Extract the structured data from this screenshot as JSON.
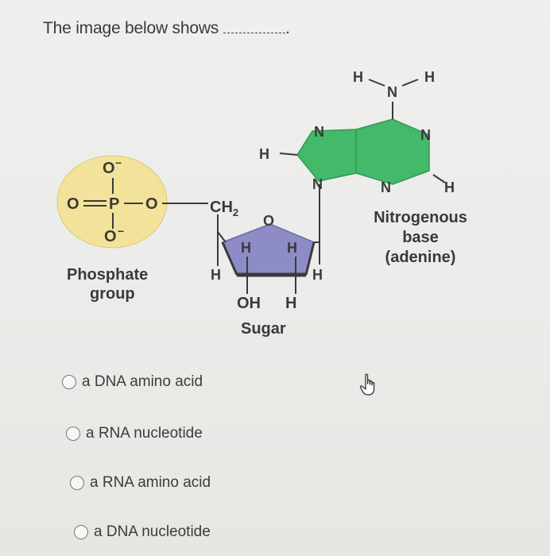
{
  "question": {
    "text": "The image below shows",
    "blank": "______."
  },
  "figure": {
    "phosphate": {
      "o_top": "O",
      "o_left": "O",
      "p": "P",
      "o_right": "O",
      "o_bottom": "O",
      "charge": "−",
      "label_line1": "Phosphate",
      "label_line2": "group"
    },
    "sugar": {
      "ch2": "CH",
      "ch2_sub": "2",
      "ring_o": "O",
      "h_left_up": "H",
      "h_right_up": "H",
      "h_left_down": "H",
      "h_right_down": "H",
      "oh": "OH",
      "h_bottom": "H",
      "label": "Sugar"
    },
    "base": {
      "h_side": "H",
      "n9": "N",
      "n7": "N",
      "n3": "N",
      "n1": "N",
      "nh2_n": "N",
      "nh2_h_left": "H",
      "nh2_h_right": "H",
      "h_c2": "H",
      "label_line1": "Nitrogenous",
      "label_line2": "base",
      "label_line3": "(adenine)"
    }
  },
  "options": [
    {
      "label": "a DNA amino acid"
    },
    {
      "label": "a RNA nucleotide"
    },
    {
      "label": "a RNA amino acid"
    },
    {
      "label": "a DNA nucleotide"
    }
  ],
  "colors": {
    "phosphate_fill": "#f3e39a",
    "sugar_fill": "#8d8cc6",
    "base_fill": "#45b96a",
    "text": "#3a3a3a"
  }
}
